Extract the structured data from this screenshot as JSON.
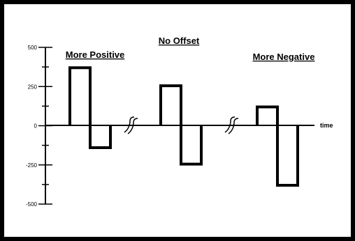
{
  "chart_data": {
    "type": "line",
    "title": "No Offset",
    "xlabel": "time",
    "ylabel": "",
    "ylim": [
      -500,
      500
    ],
    "yticks": [
      {
        "value": 500,
        "label": "500"
      },
      {
        "value": 250,
        "label": "250"
      },
      {
        "value": 0,
        "label": "0"
      },
      {
        "value": -250,
        "label": "-250"
      },
      {
        "value": -500,
        "label": "-500"
      }
    ],
    "annotations": [
      {
        "id": "more-positive",
        "text": "More Positive"
      },
      {
        "id": "no-offset",
        "text": "No Offset"
      },
      {
        "id": "more-negative",
        "text": "More Negative"
      }
    ],
    "series": [
      {
        "segment": 1,
        "x": [
          0,
          0,
          1,
          1,
          2,
          2
        ],
        "y": [
          0,
          370,
          370,
          -140,
          -140,
          0
        ]
      },
      {
        "segment": 2,
        "x": [
          0,
          0,
          1,
          1,
          2,
          2
        ],
        "y": [
          0,
          255,
          255,
          -245,
          -245,
          0
        ]
      },
      {
        "segment": 3,
        "x": [
          0,
          0,
          1,
          1,
          2,
          2
        ],
        "y": [
          0,
          120,
          120,
          -380,
          -380,
          0
        ]
      }
    ],
    "axis_breaks": 2,
    "grid": false,
    "colors": {
      "frame": "#000000",
      "background": "#ffffff",
      "line": "#000000"
    }
  }
}
